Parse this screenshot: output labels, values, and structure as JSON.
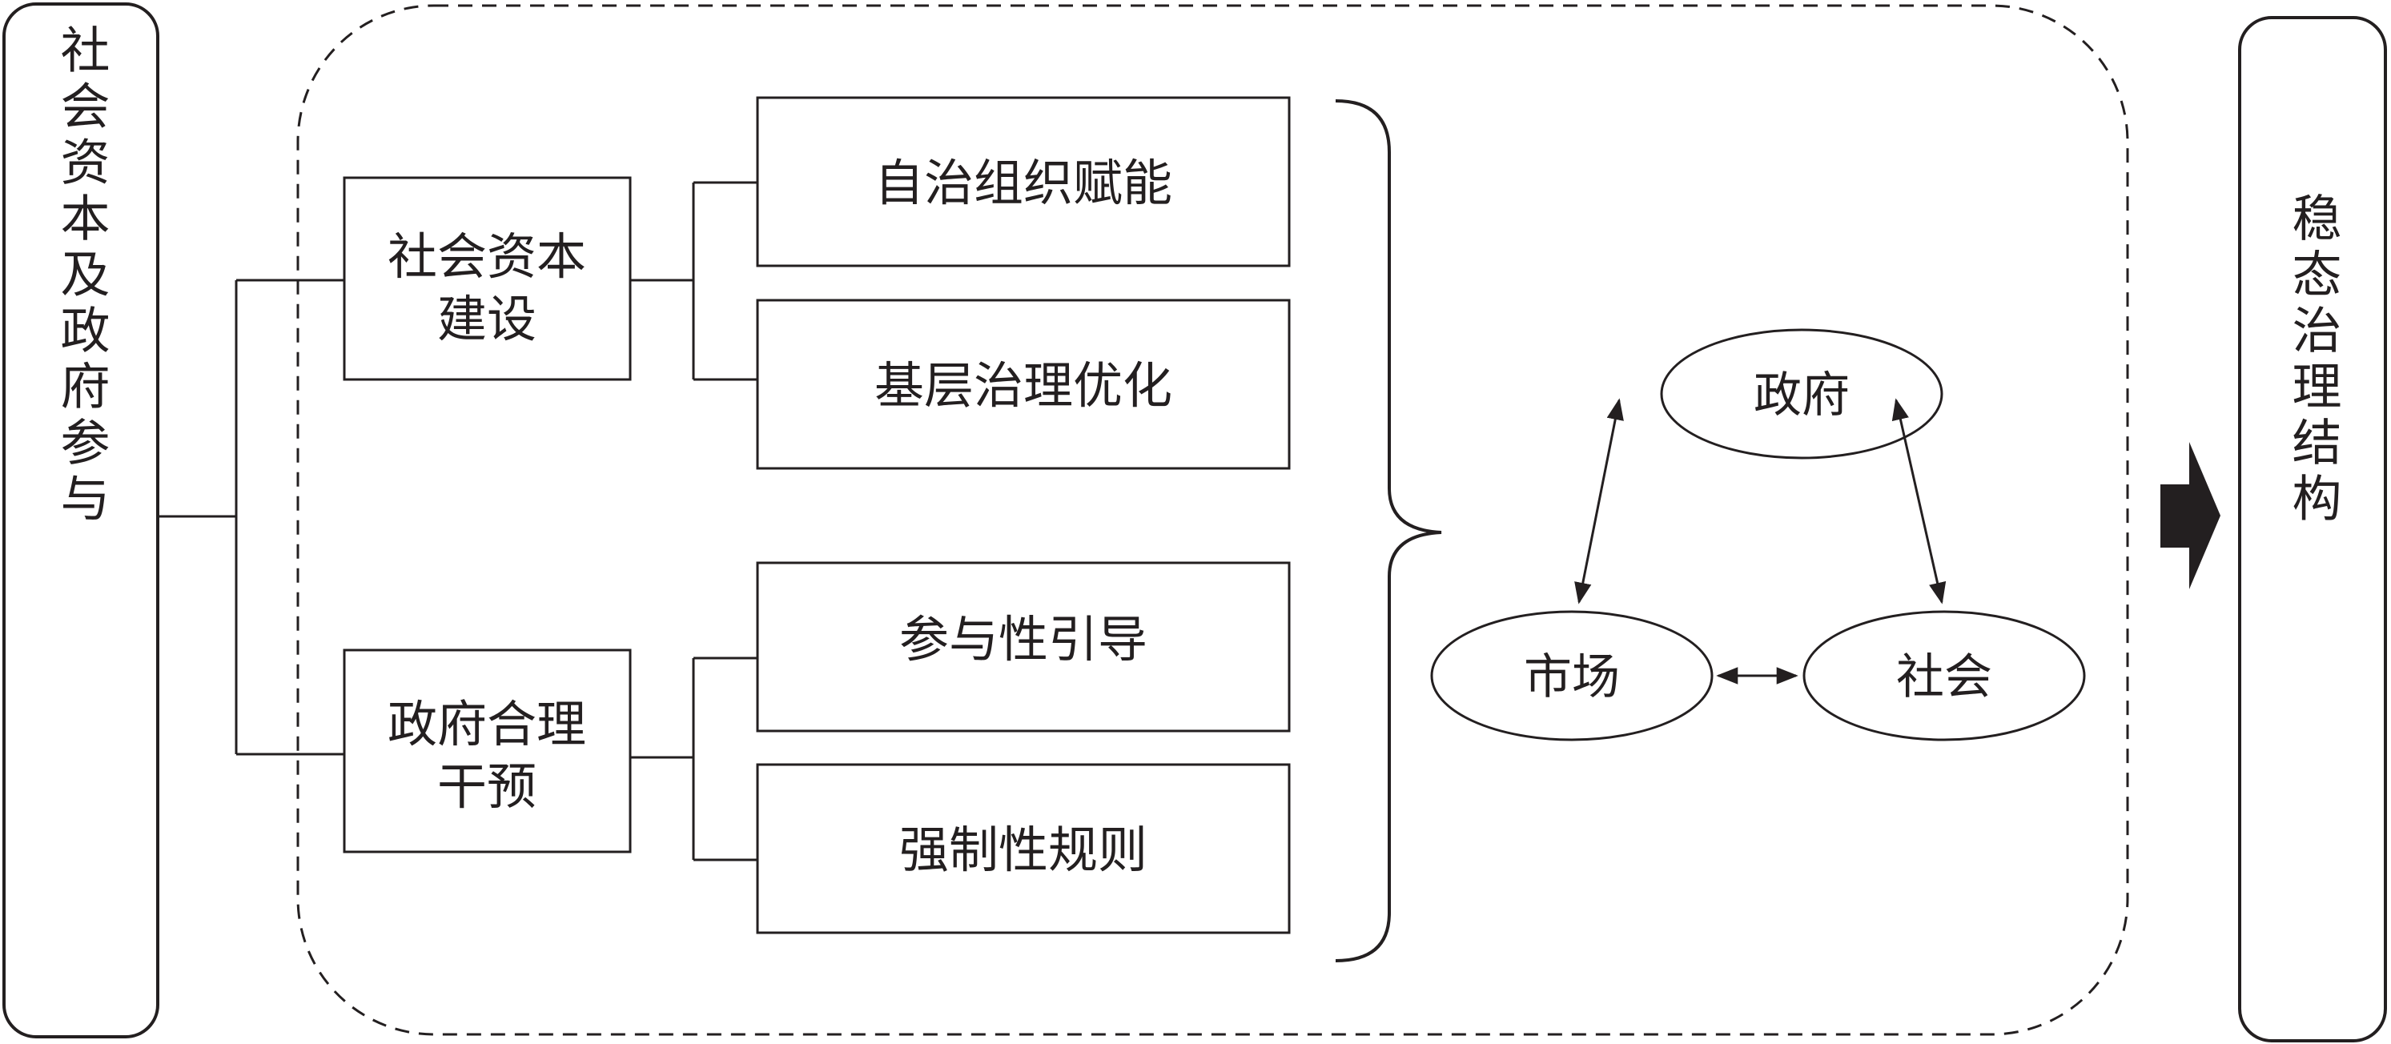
{
  "left_panel": {
    "label": "社会资本及政府参与"
  },
  "right_panel": {
    "label": "稳态治理结构"
  },
  "group_social_capital": {
    "label_line1": "社会资本",
    "label_line2": "建设",
    "items": [
      "自治组织赋能",
      "基层治理优化"
    ]
  },
  "group_government": {
    "label_line1": "政府合理",
    "label_line2": "干预",
    "items": [
      "参与性引导",
      "强制性规则"
    ]
  },
  "triad": {
    "government": "政府",
    "market": "市场",
    "society": "社会"
  }
}
